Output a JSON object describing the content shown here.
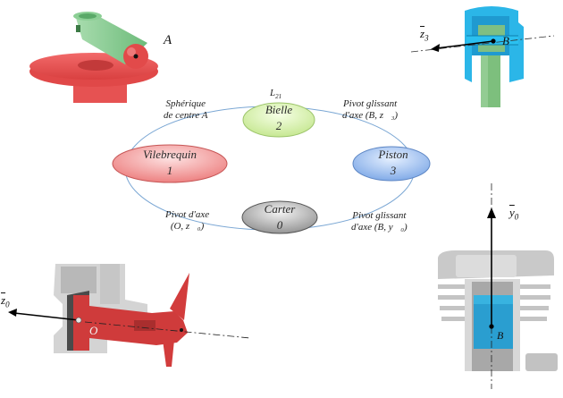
{
  "graph": {
    "nodes": [
      {
        "id": "vilebrequin",
        "name": "Vilebrequin",
        "number": "1",
        "color": "#f08a8a"
      },
      {
        "id": "bielle",
        "name": "Bielle",
        "number": "2",
        "color": "#d4f0a8"
      },
      {
        "id": "piston",
        "name": "Piston",
        "number": "3",
        "color": "#8fb4ec"
      },
      {
        "id": "carter",
        "name": "Carter",
        "number": "0",
        "color": "#9a9a9a"
      }
    ],
    "link_name_top": "L",
    "link_name_top_sub": "21",
    "links": {
      "spherical": {
        "line1": "Sphérique",
        "line2": "de centre A"
      },
      "pivot_sliding_z3": {
        "line1": "Pivot glissant",
        "line2": "d'axe (B, z⃗₃)"
      },
      "pivot_z0": {
        "line1": "Pivot d'axe",
        "line2": "(O, z⃗₀)"
      },
      "pivot_sliding_y0": {
        "line1": "Pivot glissant",
        "line2": "d'axe (B, y⃗₀)"
      }
    },
    "edge_color": "#7ba7d4"
  },
  "figures": {
    "top_left": {
      "point_label": "A"
    },
    "top_right": {
      "point_label": "B",
      "vector_label": "z",
      "vector_sub": "3"
    },
    "bottom_left": {
      "point_label": "O",
      "vector_label": "z",
      "vector_sub": "0"
    },
    "bottom_right": {
      "point_label": "B",
      "vector_label": "y",
      "vector_sub": "0"
    }
  }
}
